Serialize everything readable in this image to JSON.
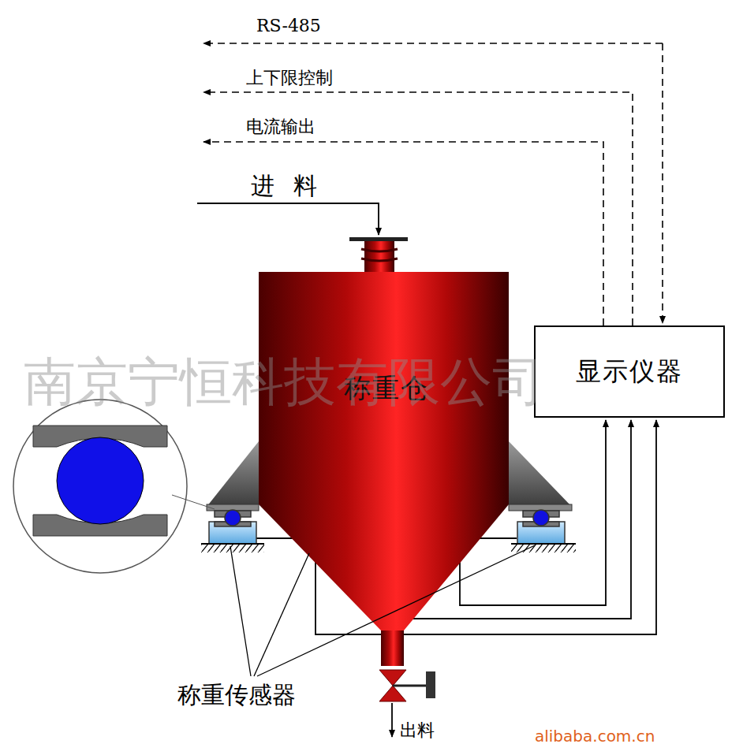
{
  "diagram": {
    "nodes": [
      {
        "text": [
          "称重仓"
        ]
      },
      {
        "text": [
          "显示仪器"
        ]
      }
    ],
    "labels": [
      "RS-485",
      "上下限控制",
      "电流输出",
      "进 料",
      "南京宁恒科技有限公司",
      "称重传感器",
      "出料",
      "alibaba.com.cn"
    ]
  }
}
